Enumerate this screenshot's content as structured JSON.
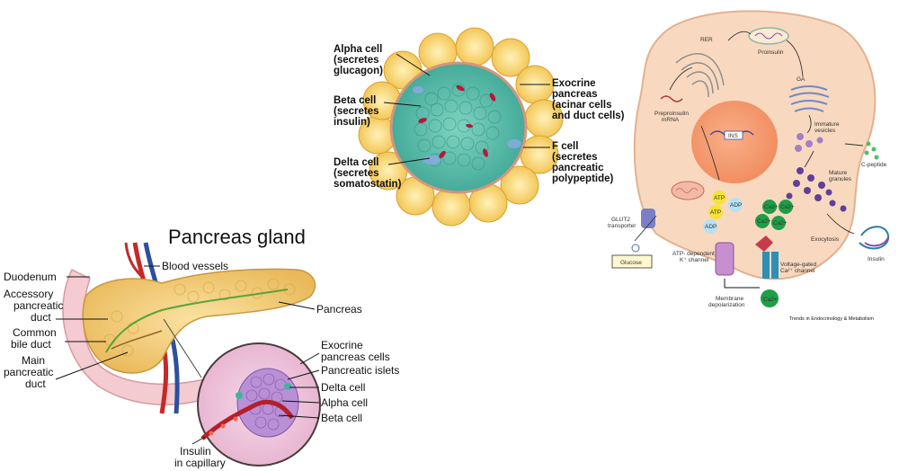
{
  "islet_panel": {
    "labels_left": [
      {
        "lines": [
          "Alpha cell",
          "(secretes",
          "glucagon)"
        ]
      },
      {
        "lines": [
          "Beta cell",
          "(secretes",
          "insulin)"
        ]
      },
      {
        "lines": [
          "Delta cell",
          "(secretes",
          "somatostatin)"
        ]
      }
    ],
    "labels_right": [
      {
        "lines": [
          "Exocrine",
          "pancreas",
          "(acinar cells",
          "and duct cells)"
        ]
      },
      {
        "lines": [
          "F cell",
          "(secretes",
          "pancreatic",
          "polypeptide)"
        ]
      }
    ]
  },
  "beta_cell_panel": {
    "labels": {
      "rer": "RER",
      "proinsulin": "Proinsulin",
      "ga": "GA",
      "immature_vesicles": [
        "Immature",
        "vesicles"
      ],
      "c_peptide": "C-peptide",
      "mature_granules": [
        "Mature",
        "granules"
      ],
      "preproinsulin": [
        "Preproinsulin",
        "mRNA"
      ],
      "ins_gene": "INS",
      "glut2": [
        "GLUT2",
        "transporter"
      ],
      "glucose": "Glucose",
      "atp": "ATP",
      "adp": "ADP",
      "ca_small": "Ca2+",
      "katp_channel": [
        "ATP- dependent",
        "K⁺ channel"
      ],
      "exocytosis": "Exocytosis",
      "insulin": "Insulin",
      "vg_channel": [
        "Voltage-gated",
        "Ca²⁺ channel"
      ],
      "membrane": [
        "Membrane",
        "depolarization"
      ],
      "ca_big": "Ca2+",
      "credit": "Trends in Endocrinology & Metabolism"
    },
    "colors": {
      "cell": "#f8d9bf",
      "nucleus": "#f4a07a"
    }
  },
  "gland_panel": {
    "title": "Pancreas gland",
    "labels_left": [
      "Duodenum",
      [
        "Accessory",
        "pancreatic",
        "duct"
      ],
      [
        "Common",
        "bile duct"
      ],
      [
        "Main",
        "pancreatic",
        "duct"
      ]
    ],
    "blood_vessels": "Blood vessels",
    "pancreas": "Pancreas",
    "labels_right": [
      [
        "Exocrine",
        "pancreas cells"
      ],
      "Pancreatic islets",
      "Delta cell",
      "Alpha cell",
      "Beta cell"
    ],
    "insulin": [
      "Insulin",
      "in capillary"
    ]
  }
}
